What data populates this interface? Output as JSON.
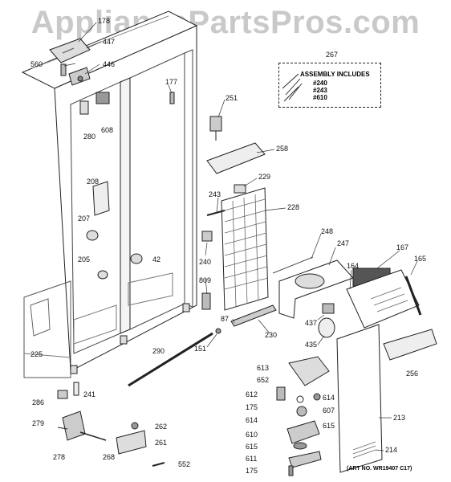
{
  "watermark": "AppliancePartsPros.com",
  "assembly": {
    "part": "267",
    "title": "ASSEMBLY INCLUDES",
    "items": [
      "#240",
      "#243",
      "#610"
    ]
  },
  "art_number": "(ART NO. WR19407 C17)",
  "labels": {
    "p178": "178",
    "p447": "447",
    "p560": "560",
    "p446": "446",
    "p280": "280",
    "p608": "608",
    "p177": "177",
    "p251": "251",
    "p258": "258",
    "p229": "229",
    "p243": "243",
    "p228": "228",
    "p208": "208",
    "p207": "207",
    "p205": "205",
    "p42": "42",
    "p240": "240",
    "p809": "809",
    "p87": "87",
    "p230": "230",
    "p248": "248",
    "p247": "247",
    "p167": "167",
    "p165": "165",
    "p164": "164",
    "p437": "437",
    "p435": "435",
    "p151": "151",
    "p290": "290",
    "p225": "225",
    "p241": "241",
    "p286": "286",
    "p279": "279",
    "p278": "278",
    "p268": "268",
    "p262": "262",
    "p261": "261",
    "p552": "552",
    "p613": "613",
    "p652": "652",
    "p612": "612",
    "p175a": "175",
    "p614a": "614",
    "p614b": "614",
    "p607": "607",
    "p615a": "615",
    "p610": "610",
    "p615b": "615",
    "p611": "611",
    "p175b": "175",
    "p256": "256",
    "p213": "213",
    "p214": "214"
  }
}
